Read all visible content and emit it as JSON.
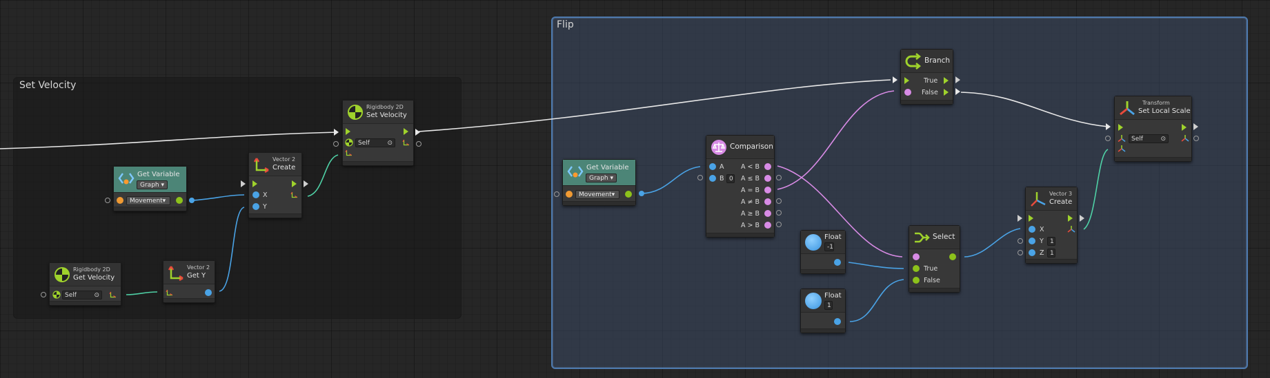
{
  "groups": {
    "set_velocity": {
      "title": "Set Velocity"
    },
    "flip": {
      "title": "Flip"
    }
  },
  "nodes": {
    "gv_left": {
      "title": "Get Variable",
      "kind": "Graph",
      "variable": "Movement"
    },
    "rb_get_vel": {
      "category": "Rigidbody 2D",
      "title": "Get Velocity",
      "target": "Self"
    },
    "vec2_gety": {
      "category": "Vector 2",
      "title": "Get Y"
    },
    "vec2_create": {
      "category": "Vector 2",
      "title": "Create",
      "x_label": "X",
      "y_label": "Y"
    },
    "rb_set_vel": {
      "category": "Rigidbody 2D",
      "title": "Set Velocity",
      "target": "Self"
    },
    "gv_right": {
      "title": "Get Variable",
      "kind": "Graph",
      "variable": "Movement"
    },
    "comparison": {
      "title": "Comparison",
      "a_label": "A",
      "b_label": "B",
      "b_value": "0",
      "outputs": [
        "A < B",
        "A ≤ B",
        "A = B",
        "A ≠ B",
        "A ≥ B",
        "A > B"
      ]
    },
    "branch": {
      "title": "Branch",
      "true_label": "True",
      "false_label": "False"
    },
    "float_neg": {
      "title": "Float",
      "value": "-1"
    },
    "float_pos": {
      "title": "Float",
      "value": "1"
    },
    "select": {
      "title": "Select",
      "true_label": "True",
      "false_label": "False"
    },
    "vec3_create": {
      "category": "Vector 3",
      "title": "Create",
      "x_label": "X",
      "y_label": "Y",
      "y_value": "1",
      "z_label": "Z",
      "z_value": "1"
    },
    "transform": {
      "category": "Transform",
      "title": "Set Local Scale",
      "target": "Self"
    }
  },
  "colors": {
    "flow_green": "#9fd22c",
    "value_blue": "#4aa3e6",
    "bool_pink": "#d88be5",
    "vector_teal": "#4fd1a6",
    "graph_variable_header": "#4c8577",
    "flip_group_border": "#4d79ad"
  }
}
